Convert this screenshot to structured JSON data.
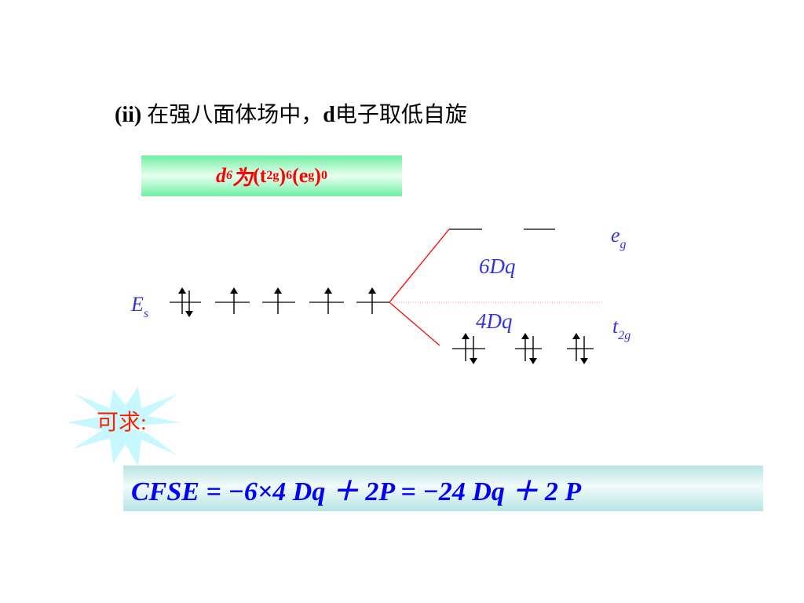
{
  "heading": {
    "prefix": "(ii)",
    "text_cn": " 在强八面体场中，",
    "d_letter": "d",
    "text_cn2": "电子取低自旋"
  },
  "config": {
    "d": "d",
    "d_sup": "6",
    "wei": " 为",
    "t": "(t",
    "t_sub": "2g",
    "t_close": ")",
    "t_sup": "6",
    "e": "(e",
    "e_sub": "g",
    "e_close": ")",
    "e_sup": "0"
  },
  "diagram": {
    "es_main": "E",
    "es_sub": "s",
    "eg_main": "e",
    "eg_sub": "g",
    "t2g_main": "t",
    "t2g_sub": "2g",
    "dq6": "6Dq",
    "dq4": "4Dq"
  },
  "ask_label": "可求:",
  "cfse": "CFSE =  −6×4 Dq ＋ 2P =  −24 Dq ＋ 2 P",
  "colors": {
    "text_blue": "#3333dd",
    "split_red": "#ff0000",
    "box_green": "#6ff0a2",
    "box_cyan": "#b8e4e4",
    "burst": "#c8f8ff"
  }
}
